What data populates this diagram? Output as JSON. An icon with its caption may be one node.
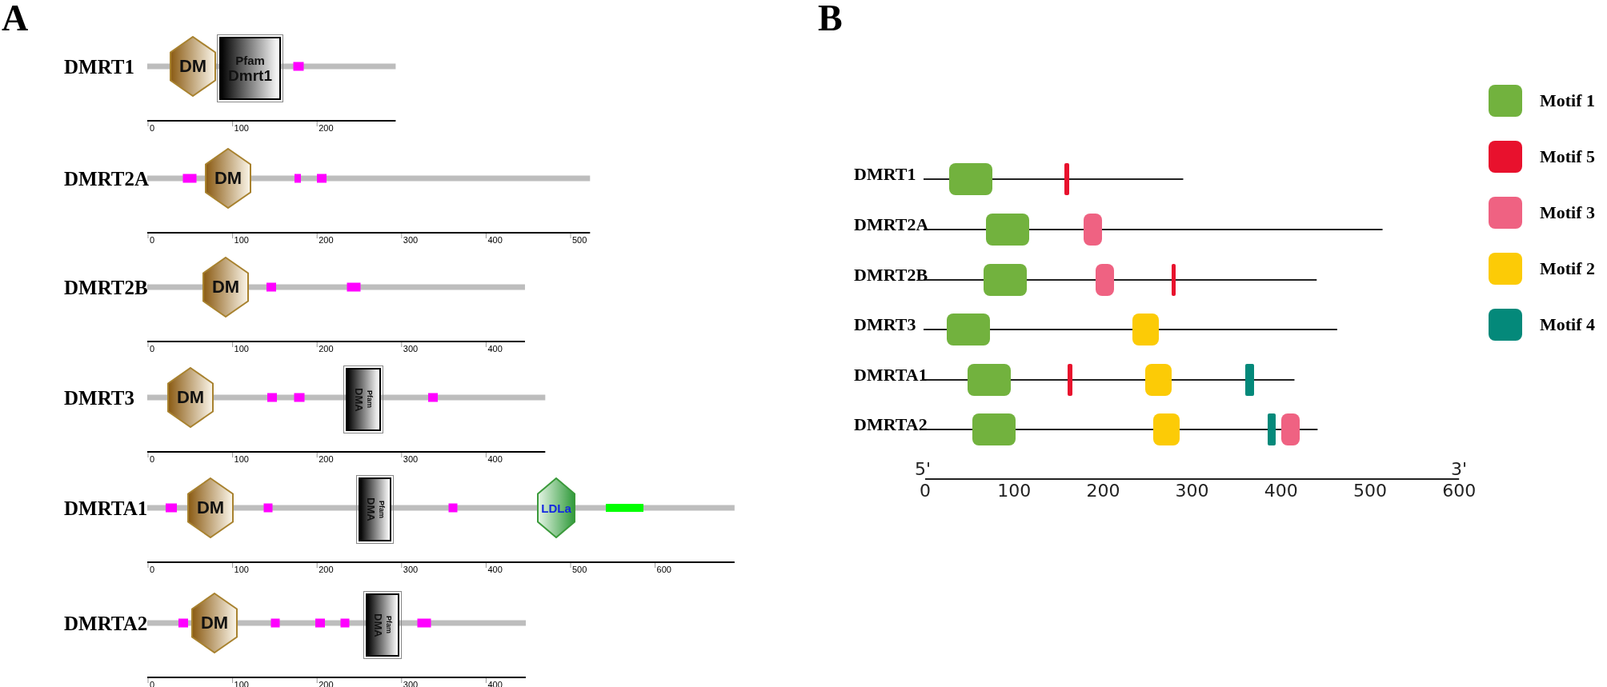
{
  "diagram": {
    "nodes": [
      {
        "text": [
          "DM"
        ]
      },
      {
        "text": [
          "Pfam",
          "Dmrt1"
        ]
      },
      {
        "text": [
          "DM"
        ]
      },
      {
        "text": [
          "DM"
        ]
      },
      {
        "text": [
          "DM"
        ]
      },
      {
        "text": [
          "Pfam",
          "DMA"
        ]
      },
      {
        "text": [
          "DM"
        ]
      },
      {
        "text": [
          "Pfam",
          "DMA"
        ]
      },
      {
        "text": [
          "LDLa"
        ]
      },
      {
        "text": [
          "DM"
        ]
      },
      {
        "text": [
          "Pfam",
          "DMA"
        ]
      }
    ],
    "labels": [
      "A",
      "DMRT1",
      "0",
      "100",
      "200",
      "DMRT2A",
      "0",
      "100",
      "200",
      "300",
      "400",
      "500",
      "DMRT2B",
      "0",
      "100",
      "200",
      "300",
      "400",
      "DMRT3",
      "0",
      "100",
      "200",
      "300",
      "400",
      "DMRTA1",
      "0",
      "100",
      "200",
      "300",
      "400",
      "500",
      "600",
      "DMRTA2",
      "0",
      "100",
      "200",
      "300",
      "400",
      "B",
      "DMRT1",
      "DMRT2A",
      "DMRT2B",
      "DMRT3",
      "DMRTA1",
      "DMRTA2",
      "5'",
      "3'",
      "0",
      "100",
      "200",
      "300",
      "400",
      "500",
      "600"
    ],
    "legend": [
      {
        "text": "Motif 1",
        "color": "#72b23e"
      },
      {
        "text": "Motif 5",
        "color": "#e8112d"
      },
      {
        "text": "Motif 3",
        "color": "#ef6282"
      },
      {
        "text": "Motif 2",
        "color": "#fccb06"
      },
      {
        "text": "Motif 4",
        "color": "#04897a"
      }
    ]
  }
}
